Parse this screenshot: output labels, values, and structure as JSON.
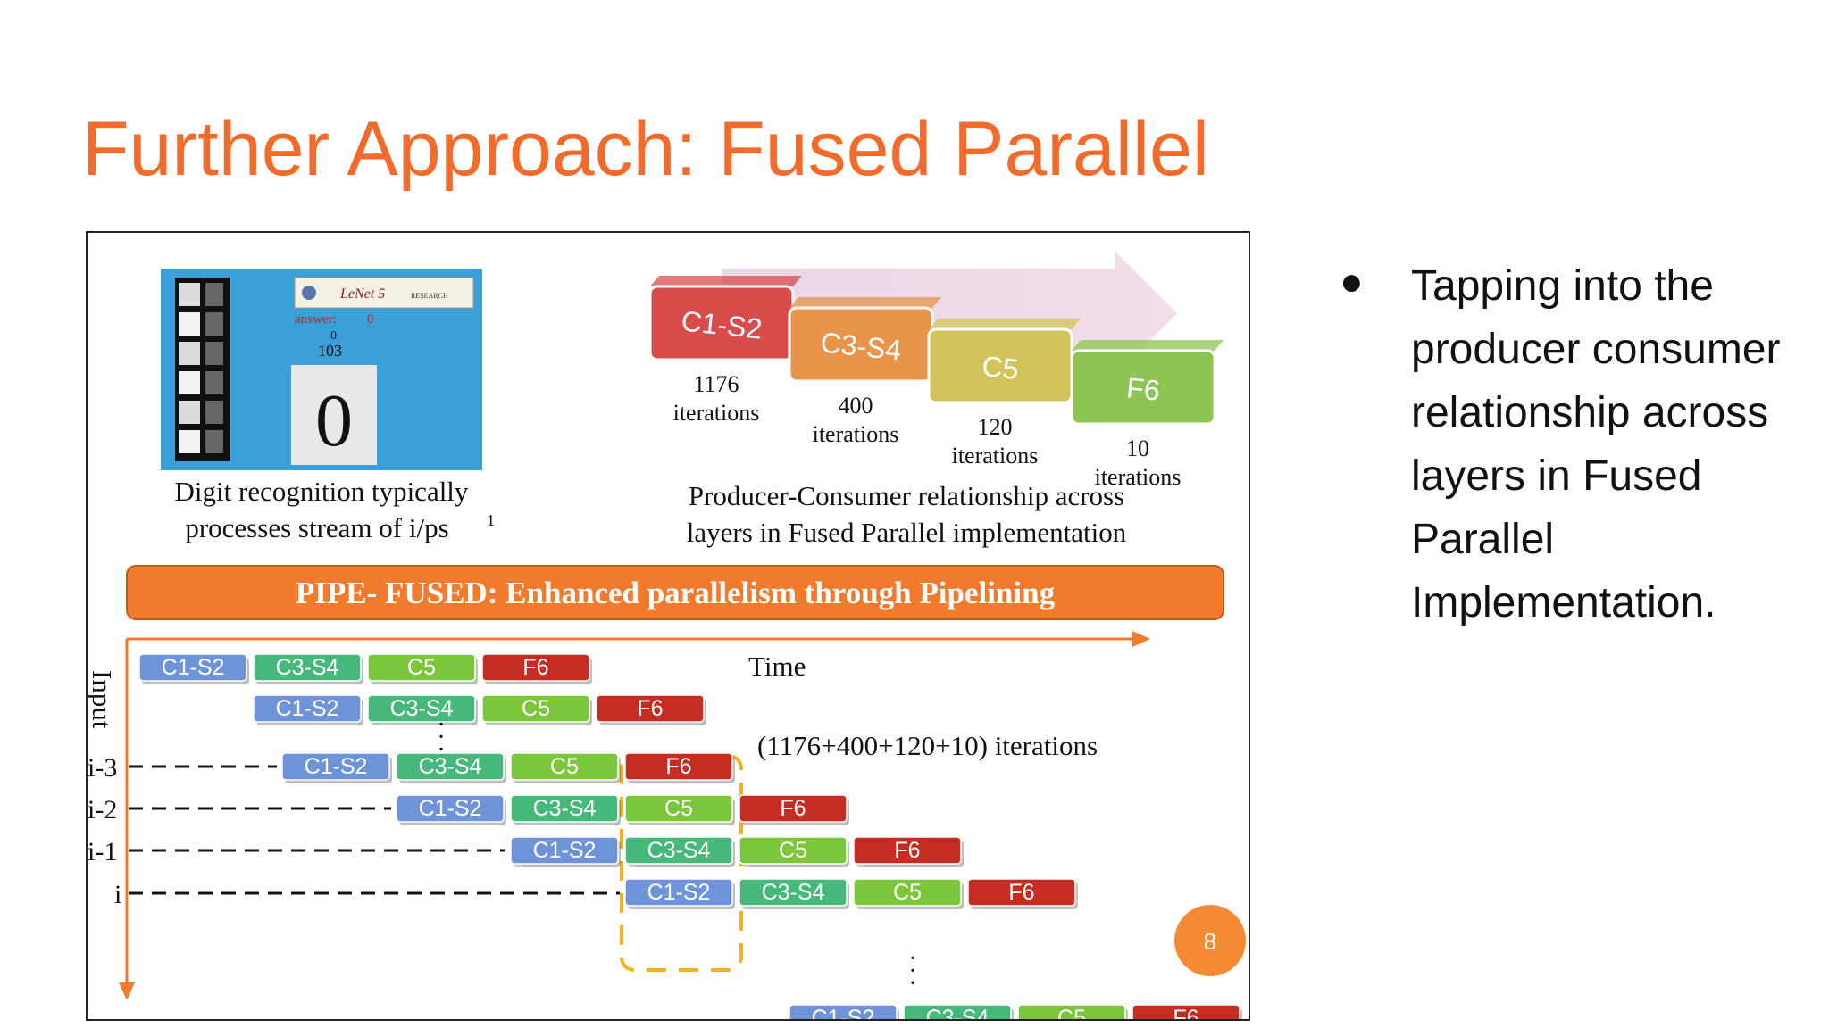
{
  "slide": {
    "title": "Further Approach: Fused Parallel",
    "page_number": "8"
  },
  "figure": {
    "lenet_widget": {
      "brand": "LeNet 5",
      "research": "RESEARCH",
      "answer_label": "answer:",
      "answer_value": "0",
      "counter_top": "0",
      "counter": "103",
      "digit": "0"
    },
    "caption_left": [
      "Digit recognition typically",
      "processes stream of i/ps"
    ],
    "caption_left_superscript": "1",
    "caption_right": [
      "Producer-Consumer relationship across",
      "layers in Fused Parallel implementation"
    ],
    "stages": [
      {
        "label": "C1-S2",
        "iterations": "1176",
        "iter_label": "iterations",
        "color": "#d84c4c"
      },
      {
        "label": "C3-S4",
        "iterations": "400",
        "iter_label": "iterations",
        "color": "#e8944a"
      },
      {
        "label": "C5",
        "iterations": "120",
        "iter_label": "iterations",
        "color": "#d2c45a"
      },
      {
        "label": "F6",
        "iterations": "10",
        "iter_label": "iterations",
        "color": "#8cc552"
      }
    ],
    "banner": "PIPE- FUSED: Enhanced parallelism through Pipelining",
    "time_label": "Time",
    "input_label": "Input",
    "iterations_formula": "(1176+400+120+10) iterations",
    "row_labels": [
      "i-3",
      "i-2",
      "i-1",
      "i"
    ],
    "block_labels": {
      "c1": "C1-S2",
      "c3": "C3-S4",
      "c5": "C5",
      "f6": "F6"
    },
    "block_colors": {
      "c1": "#6f93d8",
      "c3": "#46b97a",
      "c5": "#7cc63b",
      "f6": "#c62d22"
    }
  },
  "bullets": [
    "Tapping into the producer consumer relationship across layers in Fused Parallel Implementation."
  ],
  "colors": {
    "title": "#f26b2a",
    "banner": "#f27a2c",
    "axis": "#f27a2c",
    "badge": "#f58a35",
    "highlight": "#f2b21f"
  }
}
